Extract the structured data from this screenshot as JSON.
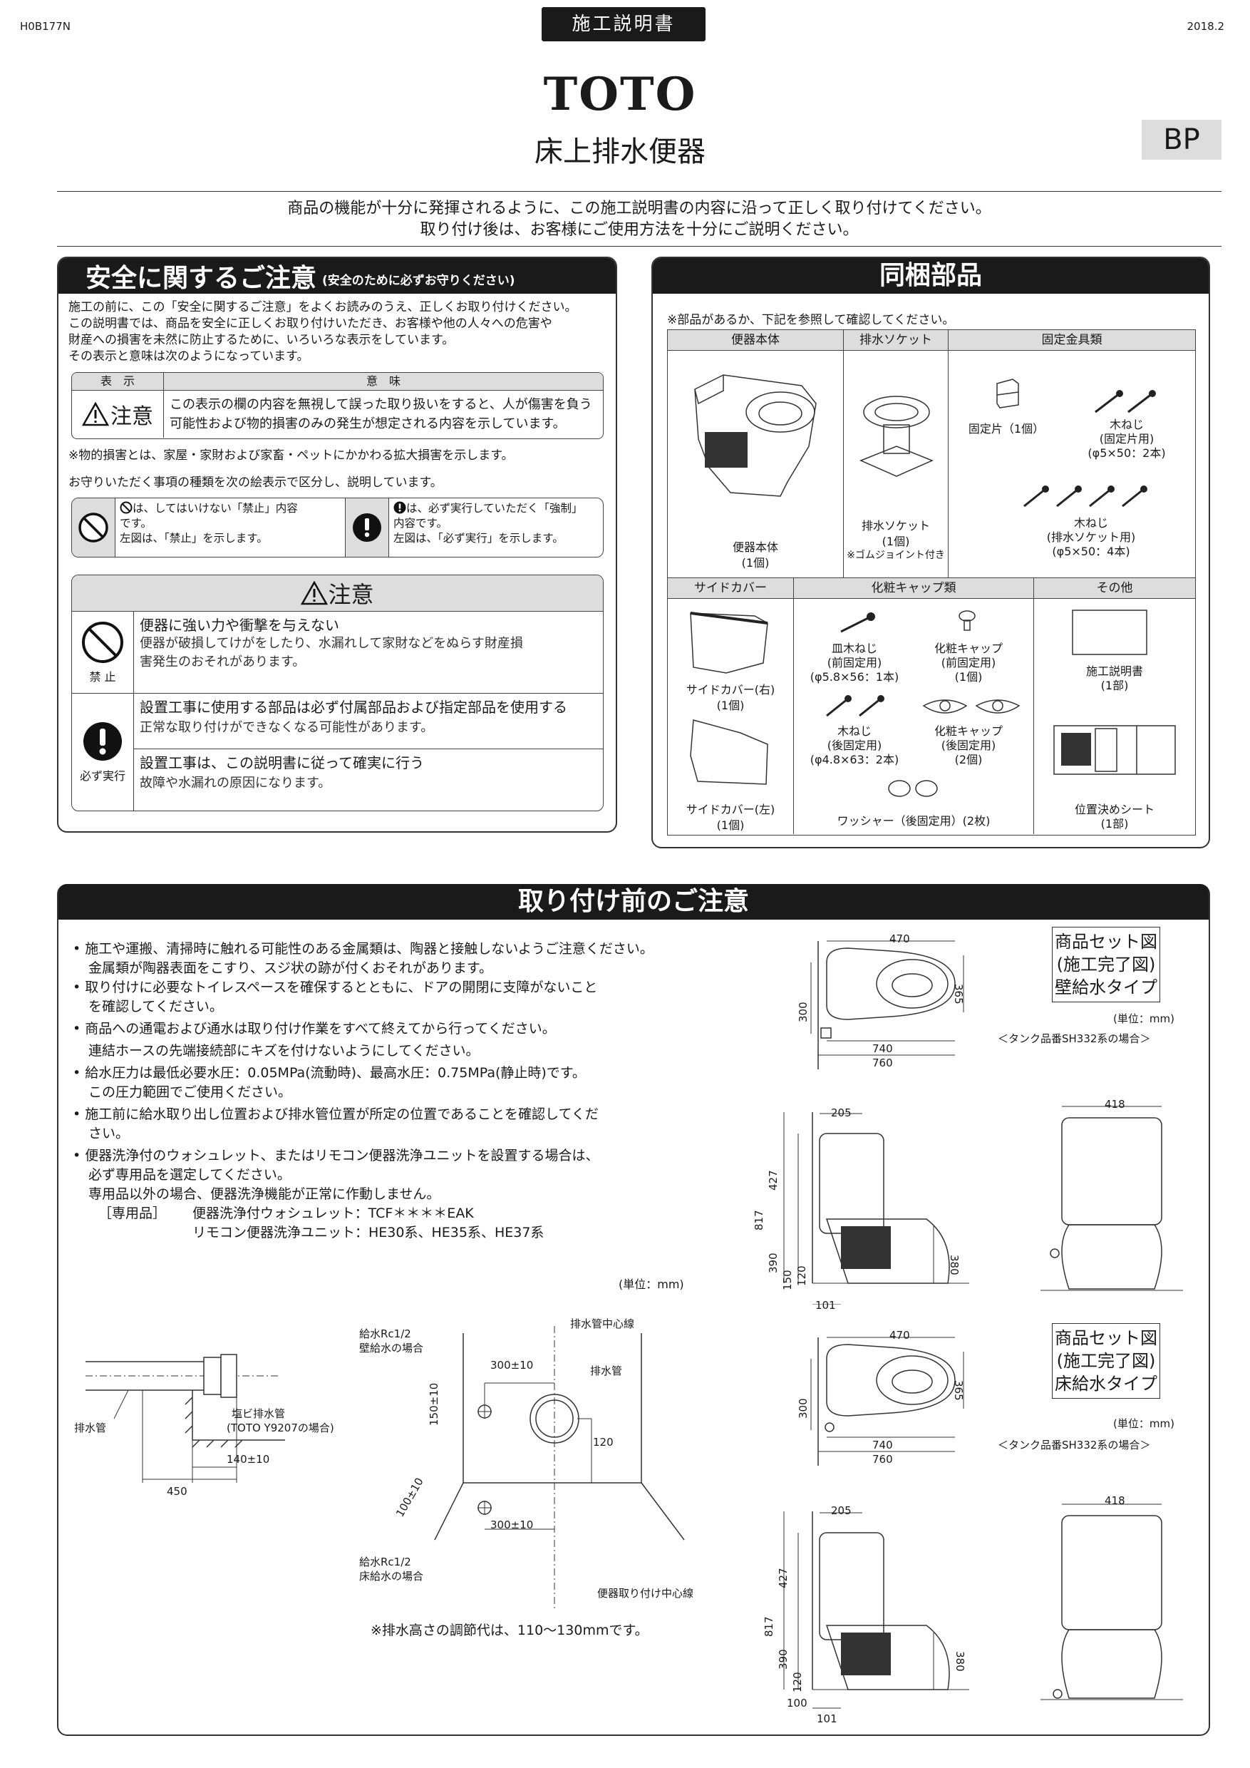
{
  "header": {
    "doc_code": "H0B177N",
    "doc_type": "施工説明書",
    "date": "2018.2",
    "brand": "TOTO",
    "product": "床上排水便器",
    "badge": "BP"
  },
  "intro": {
    "line1": "商品の機能が十分に発揮されるように、この施工説明書の内容に沿って正しく取り付けてください。",
    "line2": "取り付け後は、お客様にご使用方法を十分にご説明ください。"
  },
  "safety": {
    "title": "安全に関するご注意",
    "subtitle": "(安全のために必ずお守りください)",
    "para1": "施工の前に、この「安全に関するご注意」をよくお読みのうえ、正しくお取り付けください。",
    "para2": "この説明書では、商品を安全に正しくお取り付けいただき、お客様や他の人々への危害や",
    "para3": "財産への損害を未然に防止するために、いろいろな表示をしています。",
    "para4": "その表示と意味は次のようになっています。",
    "table_h1": "表　示",
    "table_h2": "意　味",
    "caution_label": "注意",
    "caution_meaning1": "この表示の欄の内容を無視して誤った取り扱いをすると、人が傷害を負う",
    "caution_meaning2": "可能性および物的損害のみの発生が想定される内容を示しています。",
    "note_property": "※物的損害とは、家屋・家財および家畜・ペットにかかわる拡大損害を示します。",
    "note_kinds": "お守りいただく事項の種類を次の絵表示で区分し、説明しています。",
    "prohibit1": "は、してはいけない「禁止」内容",
    "prohibit2": "です。",
    "prohibit3": "左図は、「禁止」を示します。",
    "mandatory1": "は、必ず実行していただく「強制」",
    "mandatory2": "内容です。",
    "mandatory3": "左図は、「必ず実行」を示します。",
    "caution_box_title": "注意",
    "item1_title": "便器に強い力や衝撃を与えない",
    "item1_body1": "便器が破損してけがをしたり、水漏れして家財などをぬらす財産損",
    "item1_body2": "害発生のおそれがあります。",
    "prohibit_label": "禁 止",
    "item2_title": "設置工事に使用する部品は必ず付属部品および指定部品を使用する",
    "item2_body": "正常な取り付けができなくなる可能性があります。",
    "mandatory_label": "必ず実行",
    "item3_title": "設置工事は、この説明書に従って確実に行う",
    "item3_body": "故障や水漏れの原因になります。"
  },
  "parts": {
    "title": "同梱部品",
    "note": "※部品があるか、下記を参照して確認してください。",
    "h_body": "便器本体",
    "h_socket": "排水ソケット",
    "h_fix": "固定金具類",
    "body_name": "便器本体",
    "body_qty": "(1個)",
    "socket_name": "排水ソケット",
    "socket_qty": "(1個)",
    "socket_note": "※ゴムジョイント付き",
    "fix_piece": "固定片（1個）",
    "screw1_a": "木ねじ",
    "screw1_b": "(固定片用)",
    "screw1_c": "(φ5×50：2本)",
    "screw2_a": "木ねじ",
    "screw2_b": "(排水ソケット用)",
    "screw2_c": "(φ5×50：4本)",
    "h_side": "サイドカバー",
    "h_cap": "化粧キャップ類",
    "h_other": "その他",
    "side_r": "サイドカバー(右)",
    "side_r_qty": "(1個)",
    "side_l": "サイドカバー(左)",
    "side_l_qty": "(1個)",
    "dish_a": "皿木ねじ",
    "dish_b": "(前固定用)",
    "dish_c": "(φ5.8×56：1本)",
    "capf_a": "化粧キャップ",
    "capf_b": "(前固定用)",
    "capf_c": "(1個)",
    "wood_a": "木ねじ",
    "wood_b": "(後固定用)",
    "wood_c": "(φ4.8×63：2本)",
    "capr_a": "化粧キャップ",
    "capr_b": "(後固定用)",
    "capr_c": "(2個)",
    "washer": "ワッシャー（後固定用）(2枚)",
    "manual_a": "施工説明書",
    "manual_b": "(1部)",
    "sheet_a": "位置決めシート",
    "sheet_b": "(1部)"
  },
  "before": {
    "title": "取り付け前のご注意",
    "b1a": "施工や運搬、清掃時に触れる可能性のある金属類は、陶器と接触しないようご注意ください。",
    "b1b": "金属類が陶器表面をこすり、スジ状の跡が付くおそれがあります。",
    "b2a": "取り付けに必要なトイレスペースを確保するとともに、ドアの開閉に支障がないこと",
    "b2b": "を確認してください。",
    "b3a": "商品への通電および通水は取り付け作業をすべて終えてから行ってください。",
    "b3b": "連結ホースの先端接続部にキズを付けないようにしてください。",
    "b4a": "給水圧力は最低必要水圧：0.05MPa(流動時)、最高水圧：0.75MPa(静止時)です。",
    "b4b": "この圧力範囲でご使用ください。",
    "b5a": "施工前に給水取り出し位置および排水管位置が所定の位置であることを確認してくだ",
    "b5b": "さい。",
    "b6a": "便器洗浄付のウォシュレット、またはリモコン便器洗浄ユニットを設置する場合は、",
    "b6b": "必ず専用品を選定してください。",
    "b6c": "専用品以外の場合、便器洗浄機能が正常に作動しません。",
    "sp_label": "［専用品］",
    "sp1": "便器洗浄付ウォシュレット：TCF＊＊＊＊EAK",
    "sp2": "リモコン便器洗浄ユニット：HE30系、HE35系、HE37系",
    "unit": "(単位：mm)",
    "pipe_label": "排水管",
    "pvc_a": "塩ビ排水管",
    "pvc_b": "(TOTO Y9207の場合)",
    "d_140": "140±10",
    "d_450": "450",
    "supply_wall_a": "給水Rc1/2",
    "supply_wall_b": "壁給水の場合",
    "supply_floor_a": "給水Rc1/2",
    "supply_floor_b": "床給水の場合",
    "drain_center": "排水管中心線",
    "drain_pipe": "排水管",
    "d_300a": "300±10",
    "d_300b": "300±10",
    "d_150": "150±10",
    "d_100": "100±10",
    "d_120": "120",
    "bowl_center": "便器取り付け中心線",
    "adjust_note": "※排水高さの調節代は、110〜130mmです。"
  },
  "setfig": {
    "wall_t1": "商品セット図",
    "wall_t2": "(施工完了図)",
    "wall_t3": "壁給水タイプ",
    "floor_t1": "商品セット図",
    "floor_t2": "(施工完了図)",
    "floor_t3": "床給水タイプ",
    "unit": "(単位：mm)",
    "tank_note": "＜タンク品番SH332系の場合＞",
    "d470": "470",
    "d365": "365",
    "d300": "300",
    "d740": "740",
    "d760": "760",
    "d205": "205",
    "d418": "418",
    "d427": "427",
    "d817": "817",
    "d390": "390",
    "d380": "380",
    "d150": "150",
    "d120": "120",
    "d101": "101",
    "d100": "100"
  }
}
